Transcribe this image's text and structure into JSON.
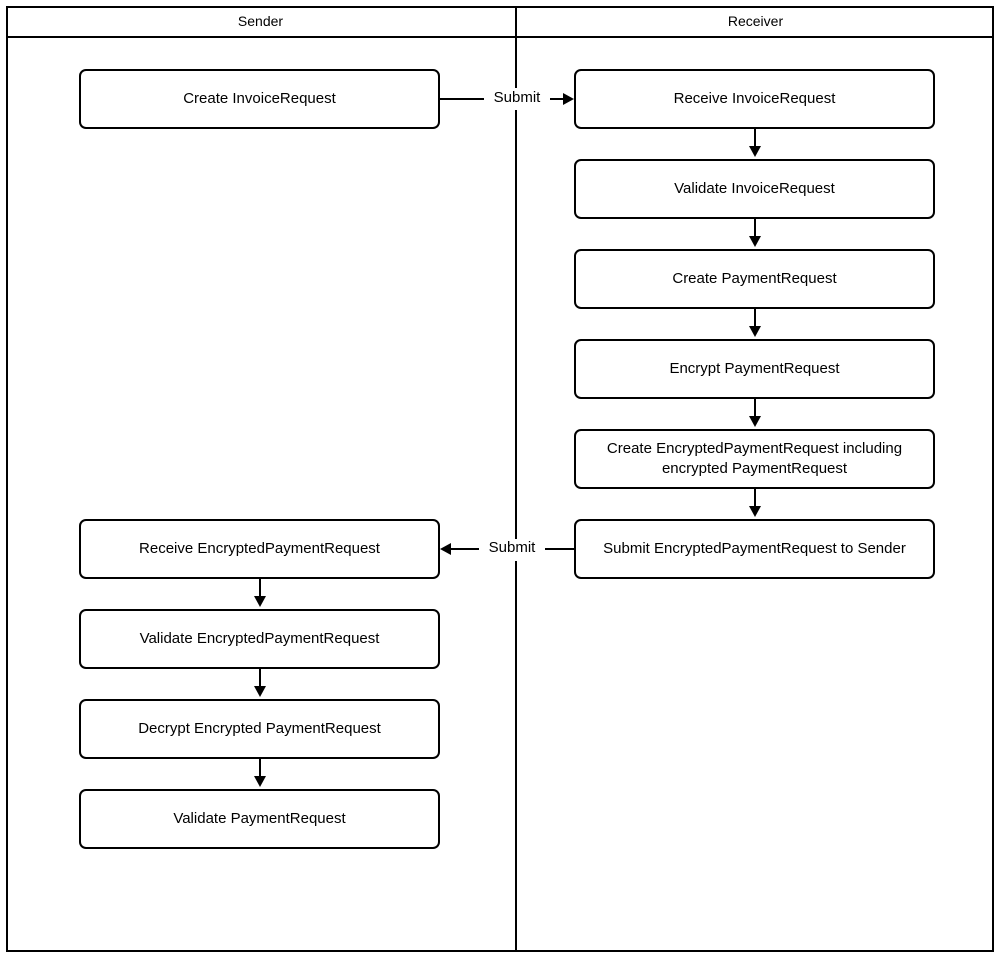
{
  "diagram": {
    "type": "swimlane-flowchart",
    "lanes": [
      {
        "id": "sender",
        "title": "Sender"
      },
      {
        "id": "receiver",
        "title": "Receiver"
      }
    ],
    "nodes": [
      {
        "id": "n1",
        "lane": "sender",
        "label": "Create InvoiceRequest"
      },
      {
        "id": "n2",
        "lane": "receiver",
        "label": "Receive InvoiceRequest"
      },
      {
        "id": "n3",
        "lane": "receiver",
        "label": "Validate InvoiceRequest"
      },
      {
        "id": "n4",
        "lane": "receiver",
        "label": "Create PaymentRequest"
      },
      {
        "id": "n5",
        "lane": "receiver",
        "label": "Encrypt PaymentRequest"
      },
      {
        "id": "n6",
        "lane": "receiver",
        "label": "Create EncryptedPaymentRequest including encrypted PaymentRequest"
      },
      {
        "id": "n7",
        "lane": "receiver",
        "label": "Submit EncryptedPaymentRequest to Sender"
      },
      {
        "id": "n8",
        "lane": "sender",
        "label": "Receive EncryptedPaymentRequest"
      },
      {
        "id": "n9",
        "lane": "sender",
        "label": "Validate EncryptedPaymentRequest"
      },
      {
        "id": "n10",
        "lane": "sender",
        "label": "Decrypt Encrypted PaymentRequest"
      },
      {
        "id": "n11",
        "lane": "sender",
        "label": "Validate PaymentRequest"
      }
    ],
    "edges": [
      {
        "id": "e1",
        "from": "n1",
        "to": "n2",
        "label": "Submit",
        "direction": "right"
      },
      {
        "id": "e2",
        "from": "n2",
        "to": "n3",
        "label": "",
        "direction": "down"
      },
      {
        "id": "e3",
        "from": "n3",
        "to": "n4",
        "label": "",
        "direction": "down"
      },
      {
        "id": "e4",
        "from": "n4",
        "to": "n5",
        "label": "",
        "direction": "down"
      },
      {
        "id": "e5",
        "from": "n5",
        "to": "n6",
        "label": "",
        "direction": "down"
      },
      {
        "id": "e6",
        "from": "n6",
        "to": "n7",
        "label": "",
        "direction": "down"
      },
      {
        "id": "e7",
        "from": "n7",
        "to": "n8",
        "label": "Submit",
        "direction": "left"
      },
      {
        "id": "e8",
        "from": "n8",
        "to": "n9",
        "label": "",
        "direction": "down"
      },
      {
        "id": "e9",
        "from": "n9",
        "to": "n10",
        "label": "",
        "direction": "down"
      },
      {
        "id": "e10",
        "from": "n10",
        "to": "n11",
        "label": "",
        "direction": "down"
      }
    ],
    "colors": {
      "stroke": "#000000",
      "fill": "#ffffff",
      "text": "#000000"
    }
  }
}
